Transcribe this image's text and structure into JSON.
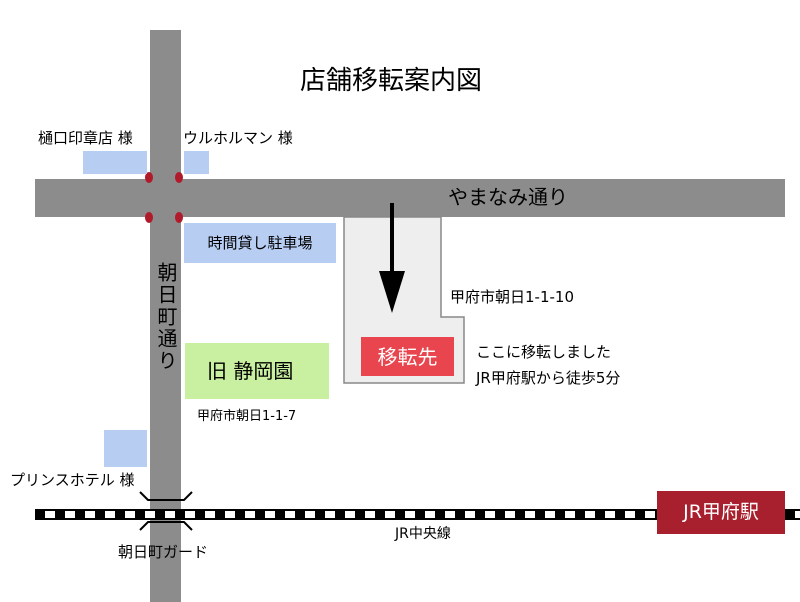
{
  "title": "店舗移転案内図",
  "roads": {
    "yamanami": "やまなみ通り",
    "asahimachi": "朝日町通り"
  },
  "places": {
    "higuchi": "樋口印章店 様",
    "ulholman": "ウルホルマン 様",
    "parking": "時間貸し駐車場",
    "old_store": "旧 静岡園",
    "old_address": "甲府市朝日1-1-7",
    "prince": "プリンスホテル 様",
    "new_store": "移転先",
    "new_address": "甲府市朝日1-1-10",
    "note_line1": "ここに移転しました",
    "note_line2": "JR甲府駅から徒歩5分",
    "guard": "朝日町ガード",
    "railway": "JR中央線",
    "station": "JR甲府駅"
  },
  "colors": {
    "road": "#8c8c8c",
    "building": "#b7cdf2",
    "old_store": "#c8f0a0",
    "new_store": "#e8454e",
    "station": "#a8202e",
    "signal": "#b01a2a"
  }
}
